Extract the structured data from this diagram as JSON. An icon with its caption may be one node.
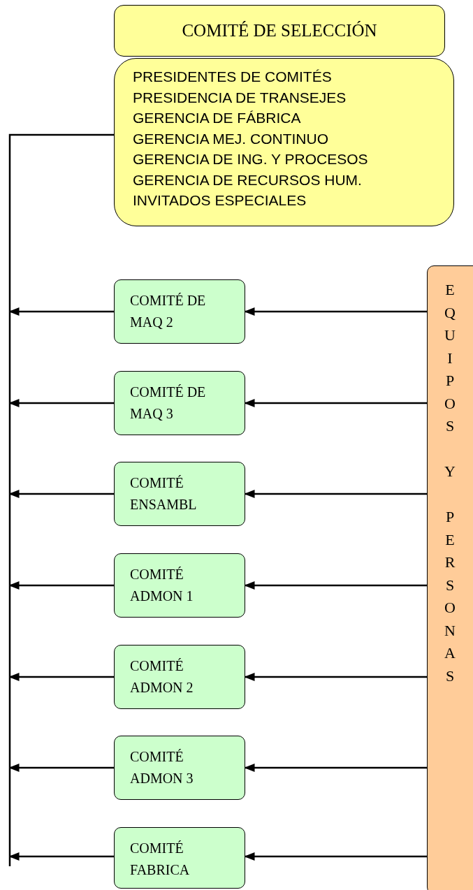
{
  "diagram": {
    "nodes": [
      {
        "text": [
          "COMITÉ DE SELECCIÓN"
        ]
      },
      {
        "text": [
          "PRESIDENTES DE COMITÉS",
          "PRESIDENCIA DE TRANSEJES",
          "GERENCIA DE FÁBRICA",
          "GERENCIA MEJ. CONTINUO",
          "GERENCIA DE ING. Y PROCESOS",
          "GERENCIA DE RECURSOS HUM.",
          "INVITADOS ESPECIALES"
        ]
      },
      {
        "text": [
          "COMITÉ DE MAQ 2"
        ]
      },
      {
        "text": [
          "COMITÉ DE MAQ 3"
        ]
      },
      {
        "text": [
          "COMITÉ ENSAMBL"
        ]
      },
      {
        "text": [
          "COMITÉ ADMON 1"
        ]
      },
      {
        "text": [
          "COMITÉ ADMON 2"
        ]
      },
      {
        "text": [
          "COMITÉ ADMON 3"
        ]
      },
      {
        "text": [
          "COMITÉ FABRICA"
        ]
      },
      {
        "text": [
          "EQUIPOS Y PERSONAS"
        ]
      }
    ],
    "edges": [
      {
        "from": 9,
        "to": 2,
        "arrow": "to"
      },
      {
        "from": 9,
        "to": 3,
        "arrow": "to"
      },
      {
        "from": 9,
        "to": 4,
        "arrow": "to"
      },
      {
        "from": 9,
        "to": 5,
        "arrow": "to"
      },
      {
        "from": 9,
        "to": 6,
        "arrow": "to"
      },
      {
        "from": 9,
        "to": 7,
        "arrow": "to"
      },
      {
        "from": 9,
        "to": 8,
        "arrow": "to"
      },
      {
        "from": 2,
        "to": null,
        "arrow": "to"
      },
      {
        "from": 3,
        "to": null,
        "arrow": "to"
      },
      {
        "from": 4,
        "to": null,
        "arrow": "to"
      },
      {
        "from": 5,
        "to": null,
        "arrow": "to"
      },
      {
        "from": 6,
        "to": null,
        "arrow": "to"
      },
      {
        "from": 7,
        "to": null,
        "arrow": "to"
      },
      {
        "from": 8,
        "to": null,
        "arrow": "to"
      },
      {
        "from": 1,
        "to": null,
        "arrow": "none"
      }
    ]
  }
}
